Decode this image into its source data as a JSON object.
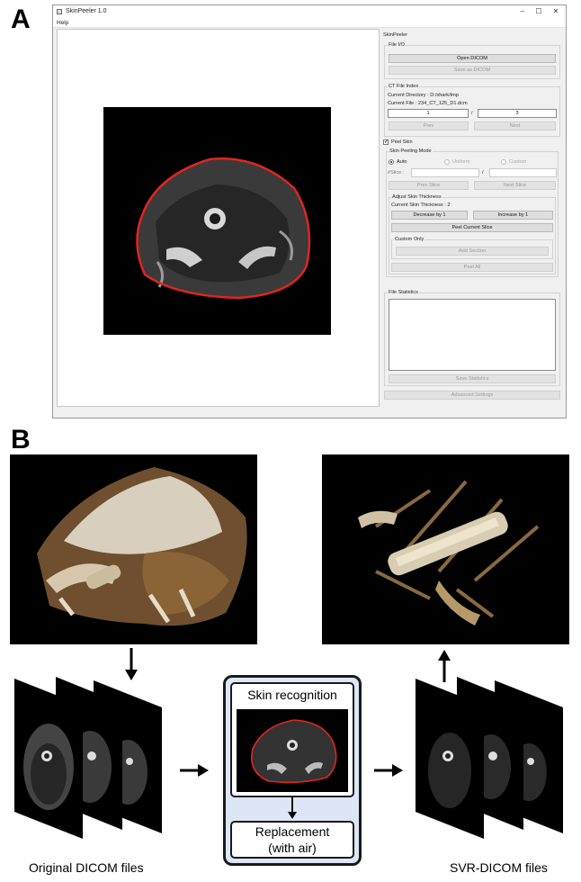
{
  "panels": {
    "a": "A",
    "b": "B"
  },
  "window": {
    "title": "SkinPeeler 1.0",
    "menu": [
      "Help"
    ],
    "controls": [
      "–",
      "☐",
      "✕"
    ]
  },
  "side": {
    "root_label": "SkinPeeler",
    "file_io": {
      "title": "File I/O",
      "open": "Open DICOM",
      "save": "Save as DICOM"
    },
    "ct_index": {
      "title": "CT File Index",
      "directory": "Current Directory : D:/shark/tmp",
      "file": "Current File : 234_CT_125_D1.dcm",
      "index": "1",
      "separator": "/",
      "total": "3",
      "prev": "Prev",
      "next": "Next"
    },
    "peel": {
      "checkbox": "Peel Skin",
      "check_mark": "✓",
      "mode_title": "Skin Peeling Mode",
      "modes": [
        "Auto",
        "Uniform",
        "Custom"
      ],
      "slice_label": "#Slice :",
      "slice_sep": "/",
      "prev_slice": "Prev Slice",
      "next_slice": "Next Slice",
      "thickness_title": "Adjust Skin Thickness",
      "current_thickness": "Current Skin Thickness : 2",
      "decrease": "Decrease by 1",
      "increase": "Increase by 1",
      "peel_current": "Peel Current Slice",
      "custom_only": "Custom Only",
      "add_section": "Add Section",
      "peel_all": "Peel All"
    },
    "stats": {
      "title": "File Statistics",
      "save": "Save Statistics"
    },
    "advanced": "Advanced Settings"
  },
  "workflow": {
    "skin_recognition": "Skin recognition",
    "replacement_line1": "Replacement",
    "replacement_line2": "(with air)",
    "left_caption": "Original DICOM files",
    "right_caption": "SVR-DICOM files"
  },
  "colors": {
    "outline": "#e0261f",
    "box_border": "#1a1a1a",
    "box_fill": "#dde6f6"
  }
}
